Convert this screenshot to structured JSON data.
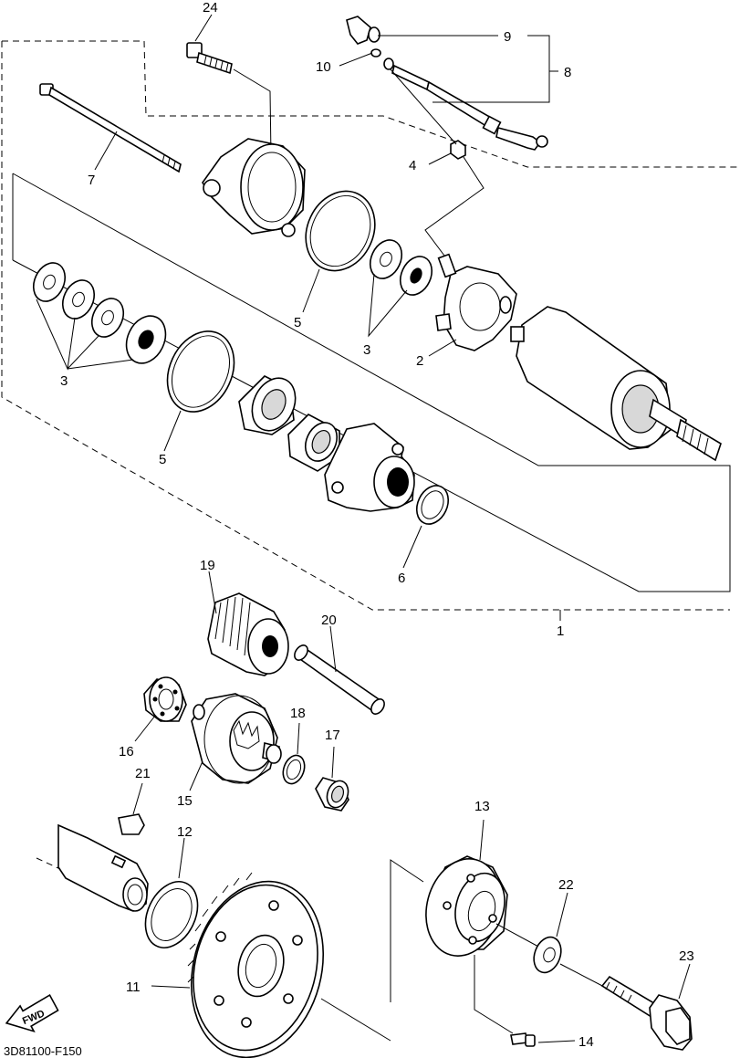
{
  "diagram": {
    "code": "3D81100-F150",
    "fwd_label": "FWD",
    "callouts": {
      "p1": "1",
      "p2": "2",
      "p3a": "3",
      "p3b": "3",
      "p4": "4",
      "p5a": "5",
      "p5b": "5",
      "p6": "6",
      "p7": "7",
      "p8": "8",
      "p9": "9",
      "p10": "10",
      "p11": "11",
      "p12": "12",
      "p13": "13",
      "p14": "14",
      "p15": "15",
      "p16": "16",
      "p17": "17",
      "p18": "18",
      "p19": "19",
      "p20": "20",
      "p21": "21",
      "p22": "22",
      "p23": "23",
      "p24": "24"
    }
  }
}
